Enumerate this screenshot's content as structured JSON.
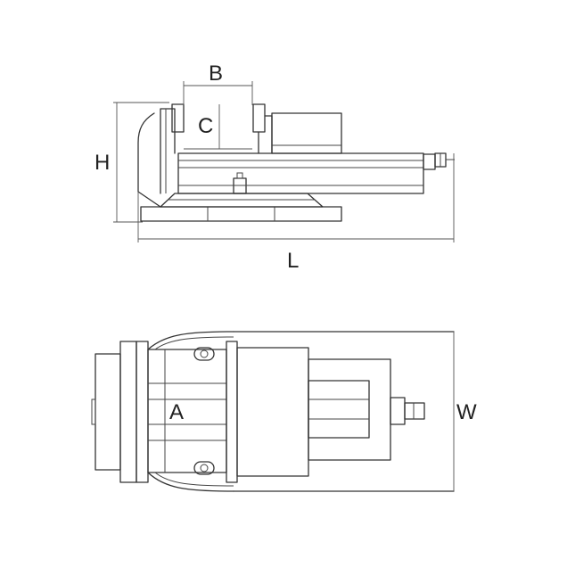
{
  "labels": {
    "B": "B",
    "C": "C",
    "H": "H",
    "L": "L",
    "A": "A",
    "W": "W"
  },
  "colors": {
    "line": "#333333",
    "background": "#ffffff"
  }
}
